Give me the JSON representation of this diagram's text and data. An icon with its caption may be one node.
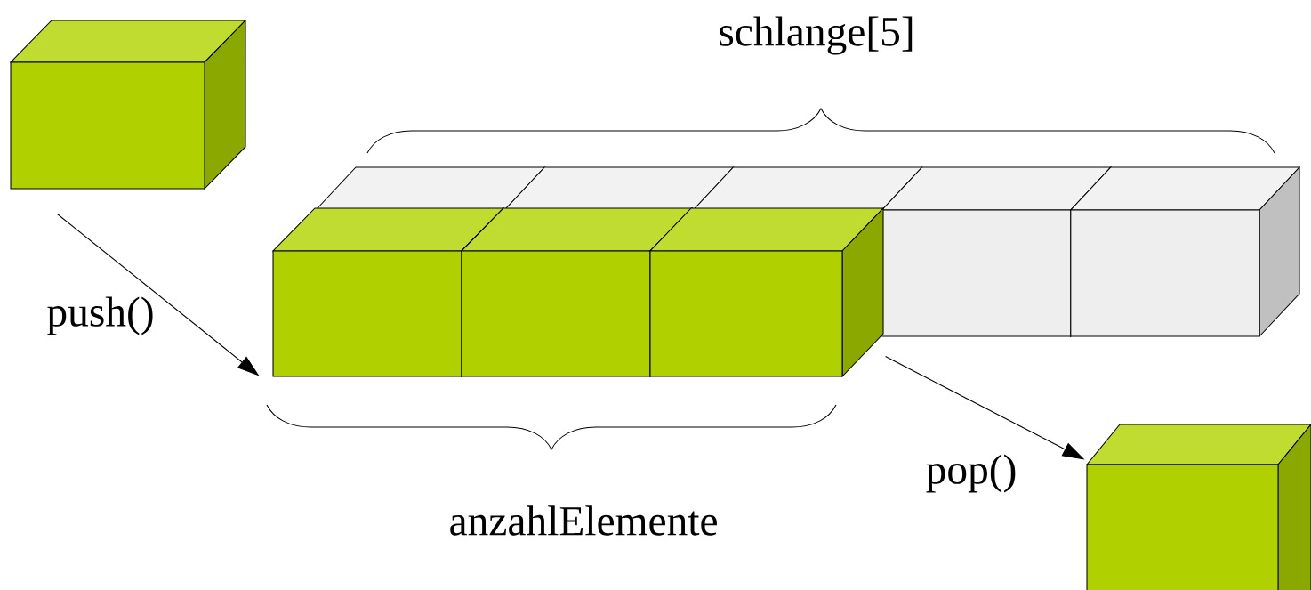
{
  "diagram": {
    "nodes": [
      {
        "text": [],
        "shape": "cube"
      },
      {
        "text": [],
        "shape": "box"
      },
      {
        "text": [],
        "shape": "box"
      },
      {
        "text": [],
        "shape": "box"
      },
      {
        "text": [],
        "shape": "box"
      },
      {
        "text": [],
        "shape": "box"
      },
      {
        "text": [],
        "shape": "cube"
      },
      {
        "text": [],
        "shape": "cube"
      },
      {
        "text": [],
        "shape": "cube"
      },
      {
        "text": [],
        "shape": "cube"
      }
    ],
    "edges": [
      {
        "from": 0,
        "to": 6,
        "arrow": "to",
        "label": "push()"
      },
      {
        "from": 8,
        "to": 9,
        "arrow": "to",
        "label": "pop()"
      }
    ],
    "labels": [
      "schlange[5]",
      "anzahlElemente"
    ]
  }
}
